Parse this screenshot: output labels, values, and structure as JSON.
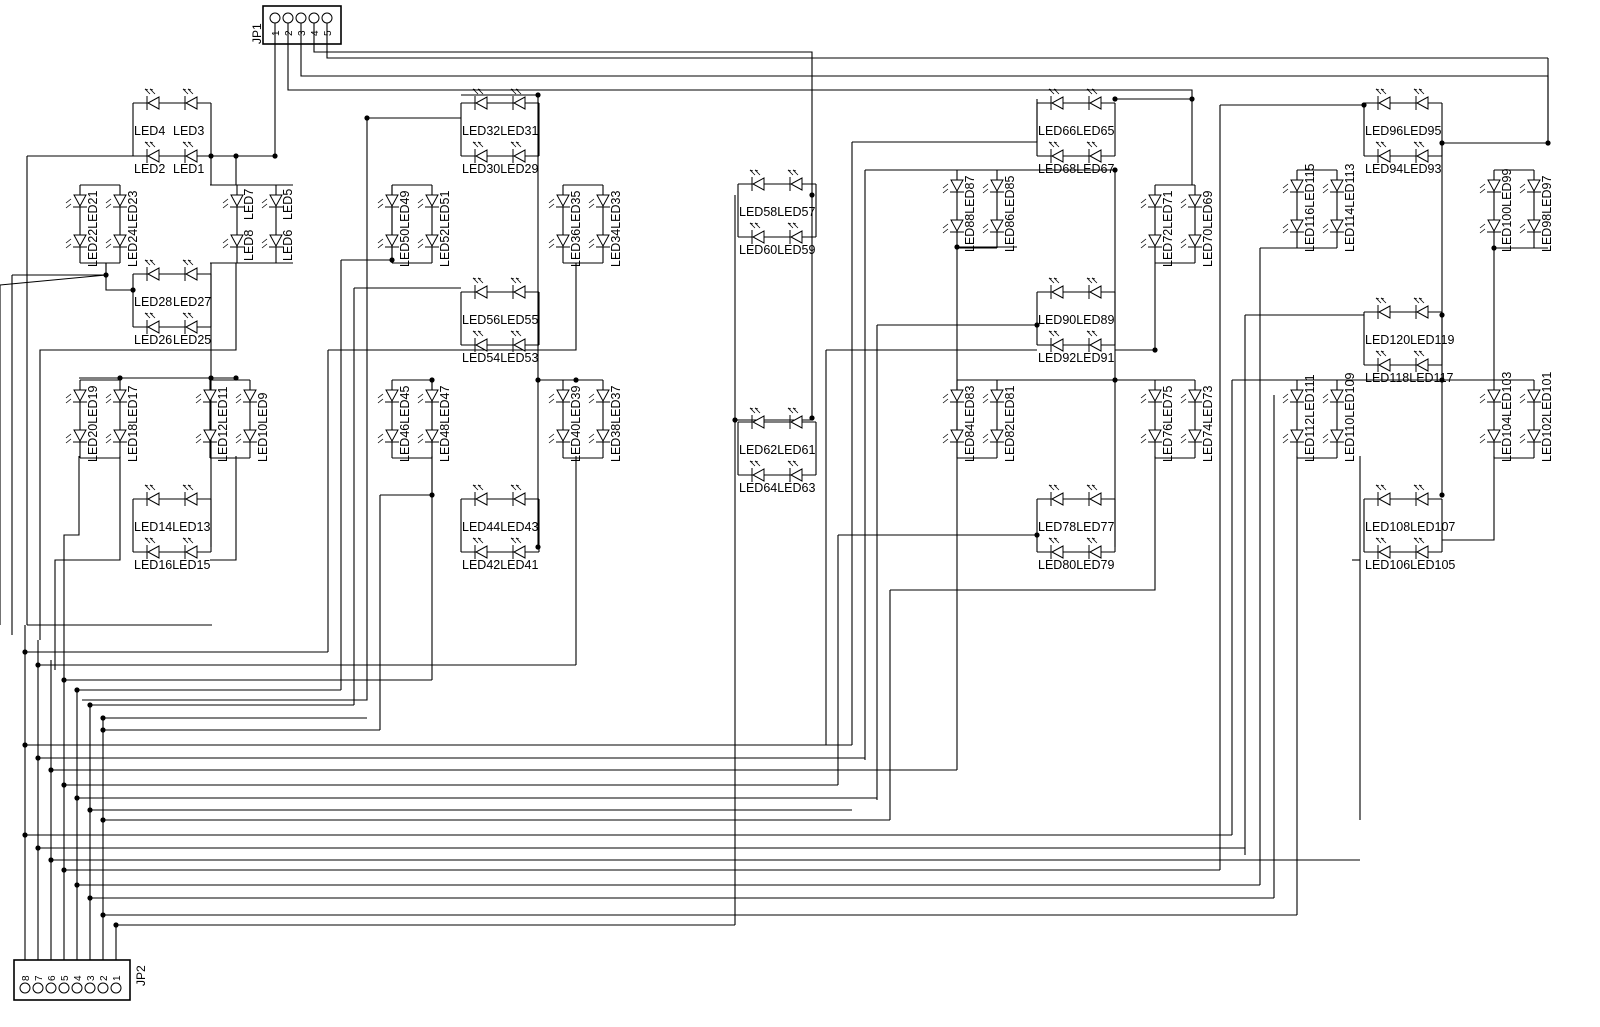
{
  "headers": [
    {
      "name": "JP1",
      "pins": [
        "1",
        "2",
        "3",
        "4",
        "5"
      ]
    },
    {
      "name": "JP2",
      "pins": [
        "8",
        "7",
        "6",
        "5",
        "4",
        "3",
        "2",
        "1"
      ]
    }
  ],
  "led_groups": [
    {
      "labels": [
        "LED4",
        "LED3",
        "LED2",
        "LED1"
      ]
    },
    {
      "labels": [
        "LED22LED21",
        "LED24LED23"
      ]
    },
    {
      "labels": [
        "LED8",
        "LED7",
        "LED6",
        "LED5"
      ]
    },
    {
      "labels": [
        "LED28",
        "LED27",
        "LED26",
        "LED25"
      ]
    },
    {
      "labels": [
        "LED20LED19",
        "LED18LED17"
      ]
    },
    {
      "labels": [
        "LED12LED11",
        "LED10LED9"
      ]
    },
    {
      "labels": [
        "LED14LED13",
        "LED16LED15"
      ]
    },
    {
      "labels": [
        "LED32LED31",
        "LED30LED29"
      ]
    },
    {
      "labels": [
        "LED50LED49",
        "LED52LED51"
      ]
    },
    {
      "labels": [
        "LED36LED35",
        "LED34LED33"
      ]
    },
    {
      "labels": [
        "LED56LED55",
        "LED54LED53"
      ]
    },
    {
      "labels": [
        "LED46LED45",
        "LED48LED47"
      ]
    },
    {
      "labels": [
        "LED40LED39",
        "LED38LED37"
      ]
    },
    {
      "labels": [
        "LED44LED43",
        "LED42LED41"
      ]
    },
    {
      "labels": [
        "LED58LED57",
        "LED60LED59"
      ]
    },
    {
      "labels": [
        "LED62LED61",
        "LED64LED63"
      ]
    },
    {
      "labels": [
        "LED66LED65",
        "LED68LED67"
      ]
    },
    {
      "labels": [
        "LED88LED87",
        "LED86LED85"
      ]
    },
    {
      "labels": [
        "LED72LED71",
        "LED70LED69"
      ]
    },
    {
      "labels": [
        "LED90LED89",
        "LED92LED91"
      ]
    },
    {
      "labels": [
        "LED84LED83",
        "LED82LED81"
      ]
    },
    {
      "labels": [
        "LED76LED75",
        "LED74LED73"
      ]
    },
    {
      "labels": [
        "LED78LED77",
        "LED80LED79"
      ]
    },
    {
      "labels": [
        "LED96LED95",
        "LED94LED93"
      ]
    },
    {
      "labels": [
        "LED116LED115",
        "LED114LED113"
      ]
    },
    {
      "labels": [
        "LED100LED99",
        "LED98LED97"
      ]
    },
    {
      "labels": [
        "LED120LED119",
        "LED118LED117"
      ]
    },
    {
      "labels": [
        "LED112LED111",
        "LED110LED109"
      ]
    },
    {
      "labels": [
        "LED104LED103",
        "LED102LED101"
      ]
    },
    {
      "labels": [
        "LED108LED107",
        "LED106LED105"
      ]
    }
  ],
  "colors": {
    "line": "#000000",
    "background": "#ffffff"
  }
}
